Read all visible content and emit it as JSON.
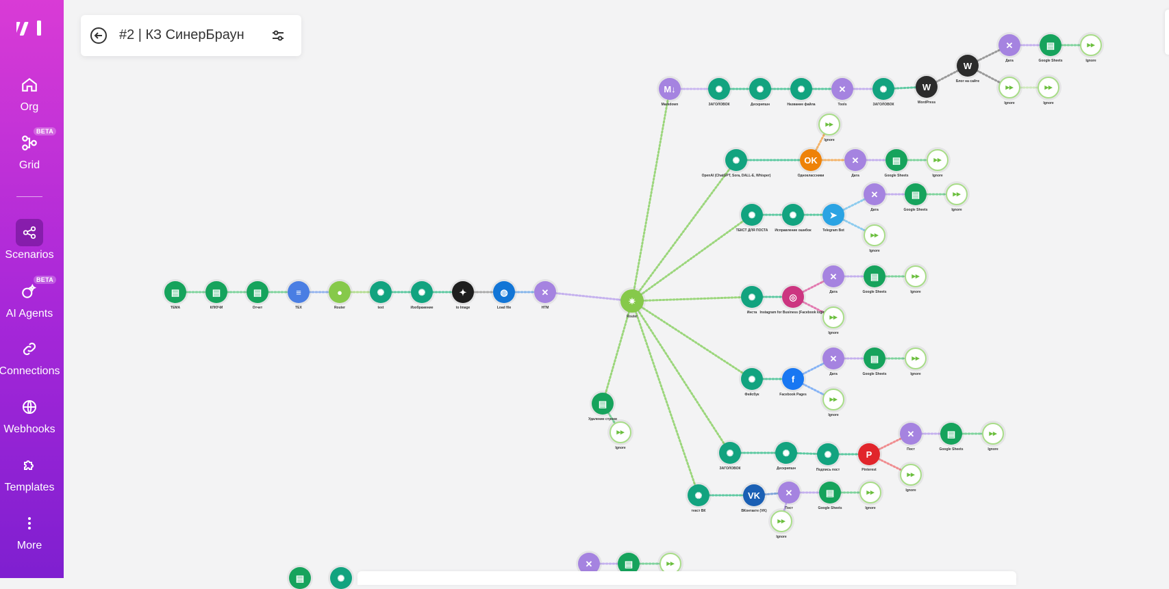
{
  "sidebar": {
    "logo": "make-logo",
    "items": [
      {
        "label": "Org",
        "icon": "home-icon",
        "active": false,
        "beta": false
      },
      {
        "label": "Grid",
        "icon": "grid-nodes-icon",
        "active": false,
        "beta": true
      },
      {
        "label": "Scenarios",
        "icon": "share-nodes-icon",
        "active": true,
        "beta": false
      },
      {
        "label": "AI Agents",
        "icon": "ai-agent-icon",
        "active": false,
        "beta": true
      },
      {
        "label": "Connections",
        "icon": "link-icon",
        "active": false,
        "beta": false
      },
      {
        "label": "Webhooks",
        "icon": "globe-icon",
        "active": false,
        "beta": false
      },
      {
        "label": "Templates",
        "icon": "puzzle-icon",
        "active": false,
        "beta": false
      },
      {
        "label": "More",
        "icon": "more-vertical-icon",
        "active": false,
        "beta": false
      }
    ],
    "beta_badge": "BETA"
  },
  "header": {
    "title": "#2 | КЗ СинерБраун"
  },
  "colors": {
    "openai": "#12a37f",
    "sheets": "#16a35c",
    "tools": "#a583e0",
    "hub": "#86c94a",
    "wordpress": "#2b2b2b",
    "telegram": "#2aa3e3",
    "instagram": "#cc3580",
    "facebook": "#1877f2",
    "pinterest": "#e1252b",
    "ignore_border": "#a8dd88"
  },
  "nodes": [
    {
      "id": "n1",
      "type": "sheets",
      "label": "TEMA"
    },
    {
      "id": "n2",
      "type": "sheets",
      "label": "КЛЮЧИ"
    },
    {
      "id": "n3",
      "type": "sheets",
      "label": "Отчет"
    },
    {
      "id": "n4",
      "type": "docs",
      "label": "ТЕХ"
    },
    {
      "id": "n5",
      "type": "router",
      "label": "Router"
    },
    {
      "id": "n6",
      "type": "openai",
      "label": "text"
    },
    {
      "id": "n7",
      "type": "openai",
      "label": "Изображение"
    },
    {
      "id": "n8",
      "type": "image",
      "label": "to Image"
    },
    {
      "id": "n9",
      "type": "http",
      "label": "Load file"
    },
    {
      "id": "n10",
      "type": "tools",
      "label": "HTM"
    },
    {
      "id": "hub",
      "type": "hub",
      "label": "Router"
    },
    {
      "id": "a1",
      "type": "markdown",
      "label": "Markdown"
    },
    {
      "id": "a2",
      "type": "openai",
      "label": "ЗАГОЛОВОК"
    },
    {
      "id": "a3",
      "type": "openai",
      "label": "Дескрипшн"
    },
    {
      "id": "a4",
      "type": "openai",
      "label": "Название файла"
    },
    {
      "id": "a5",
      "type": "tools",
      "label": "Tools"
    },
    {
      "id": "a6",
      "type": "openai",
      "label": "ЗАГОЛОВОК"
    },
    {
      "id": "a7",
      "type": "wordpress",
      "label": "WordPress"
    },
    {
      "id": "a8",
      "type": "wordpress",
      "label": "Блог на сайте"
    },
    {
      "id": "a9",
      "type": "tools",
      "label": "Дата"
    },
    {
      "id": "a10",
      "type": "sheets",
      "label": "Google Sheets"
    },
    {
      "id": "a11",
      "type": "ignore",
      "label": "Ignore"
    },
    {
      "id": "a12",
      "type": "ignore",
      "label": "Ignore"
    },
    {
      "id": "a13",
      "type": "ignore",
      "label": "Ignore"
    },
    {
      "id": "b1",
      "type": "openai",
      "label": "OpenAI (ChatGPT, Sora, DALL-E, Whisper)"
    },
    {
      "id": "b0",
      "type": "ignore",
      "label": "Ignore"
    },
    {
      "id": "b2",
      "type": "ok",
      "label": "Одноклассники"
    },
    {
      "id": "b3",
      "type": "tools",
      "label": "Дата"
    },
    {
      "id": "b4",
      "type": "sheets",
      "label": "Google Sheets"
    },
    {
      "id": "b5",
      "type": "ignore",
      "label": "Ignore"
    },
    {
      "id": "c1",
      "type": "openai",
      "label": "ТЕКСТ ДЛЯ ПОСТА"
    },
    {
      "id": "c2",
      "type": "openai",
      "label": "Исправление ошибок"
    },
    {
      "id": "c3",
      "type": "telegram",
      "label": "Telegram Bot"
    },
    {
      "id": "c4",
      "type": "tools",
      "label": "Дата"
    },
    {
      "id": "c5",
      "type": "sheets",
      "label": "Google Sheets"
    },
    {
      "id": "c6",
      "type": "ignore",
      "label": "Ignore"
    },
    {
      "id": "c7",
      "type": "ignore",
      "label": "Ignore"
    },
    {
      "id": "d1",
      "type": "openai",
      "label": "Инста"
    },
    {
      "id": "d2",
      "type": "instagram",
      "label": "Instagram for Business (Facebook login)"
    },
    {
      "id": "d3",
      "type": "tools",
      "label": "Дата"
    },
    {
      "id": "d4",
      "type": "sheets",
      "label": "Google Sheets"
    },
    {
      "id": "d5",
      "type": "ignore",
      "label": "Ignore"
    },
    {
      "id": "d6",
      "type": "ignore",
      "label": "Ignore"
    },
    {
      "id": "e1",
      "type": "openai",
      "label": "Фейсбук"
    },
    {
      "id": "e2",
      "type": "facebook",
      "label": "Facebook Pages"
    },
    {
      "id": "e3",
      "type": "tools",
      "label": "Дата"
    },
    {
      "id": "e4",
      "type": "sheets",
      "label": "Google Sheets"
    },
    {
      "id": "e5",
      "type": "ignore",
      "label": "Ignore"
    },
    {
      "id": "e6",
      "type": "ignore",
      "label": "Ignore"
    },
    {
      "id": "f1",
      "type": "openai",
      "label": "ЗАГОЛОВОК"
    },
    {
      "id": "f2",
      "type": "openai",
      "label": "Дескрипшн"
    },
    {
      "id": "f3",
      "type": "openai",
      "label": "Подпись пост"
    },
    {
      "id": "f4",
      "type": "pinterest",
      "label": "Pinterest"
    },
    {
      "id": "f5",
      "type": "tools",
      "label": "Пост"
    },
    {
      "id": "f6",
      "type": "sheets",
      "label": "Google Sheets"
    },
    {
      "id": "f7",
      "type": "ignore",
      "label": "Ignore"
    },
    {
      "id": "f8",
      "type": "ignore",
      "label": "Ignore"
    },
    {
      "id": "g1",
      "type": "openai",
      "label": "текст ВК"
    },
    {
      "id": "g2",
      "type": "vk",
      "label": "ВКонтакте (VK)"
    },
    {
      "id": "g3",
      "type": "tools",
      "label": "Пост"
    },
    {
      "id": "g4",
      "type": "sheets",
      "label": "Google Sheets"
    },
    {
      "id": "g5",
      "type": "ignore",
      "label": "Ignore"
    },
    {
      "id": "g6",
      "type": "ignore",
      "label": "Ignore"
    },
    {
      "id": "h1",
      "type": "sheets",
      "label": "Удаление строки"
    },
    {
      "id": "h2",
      "type": "ignore",
      "label": "Ignore"
    },
    {
      "id": "z1",
      "type": "tools",
      "label": ""
    },
    {
      "id": "z2",
      "type": "sheets",
      "label": ""
    },
    {
      "id": "z3",
      "type": "ignore",
      "label": ""
    },
    {
      "id": "z4",
      "type": "sheets",
      "label": ""
    },
    {
      "id": "z5",
      "type": "openai",
      "label": ""
    }
  ],
  "edges": [
    [
      "n1",
      "n2"
    ],
    [
      "n2",
      "n3"
    ],
    [
      "n3",
      "n4"
    ],
    [
      "n4",
      "n5"
    ],
    [
      "n5",
      "n6"
    ],
    [
      "n6",
      "n7"
    ],
    [
      "n7",
      "n8"
    ],
    [
      "n8",
      "n9"
    ],
    [
      "n9",
      "n10"
    ],
    [
      "n10",
      "hub"
    ],
    [
      "hub",
      "a1"
    ],
    [
      "a1",
      "a2"
    ],
    [
      "a2",
      "a3"
    ],
    [
      "a3",
      "a4"
    ],
    [
      "a4",
      "a5"
    ],
    [
      "a5",
      "a6"
    ],
    [
      "a6",
      "a7"
    ],
    [
      "a7",
      "a8"
    ],
    [
      "a8",
      "a9"
    ],
    [
      "a9",
      "a10"
    ],
    [
      "a10",
      "a11"
    ],
    [
      "a8",
      "a12"
    ],
    [
      "a12",
      "a13"
    ],
    [
      "hub",
      "b1"
    ],
    [
      "b1",
      "b2"
    ],
    [
      "b2",
      "b0"
    ],
    [
      "b2",
      "b3"
    ],
    [
      "b3",
      "b4"
    ],
    [
      "b4",
      "b5"
    ],
    [
      "hub",
      "c1"
    ],
    [
      "c1",
      "c2"
    ],
    [
      "c2",
      "c3"
    ],
    [
      "c3",
      "c4"
    ],
    [
      "c4",
      "c5"
    ],
    [
      "c5",
      "c6"
    ],
    [
      "c3",
      "c7"
    ],
    [
      "hub",
      "d1"
    ],
    [
      "d1",
      "d2"
    ],
    [
      "d2",
      "d3"
    ],
    [
      "d3",
      "d4"
    ],
    [
      "d4",
      "d5"
    ],
    [
      "d2",
      "d6"
    ],
    [
      "hub",
      "e1"
    ],
    [
      "e1",
      "e2"
    ],
    [
      "e2",
      "e3"
    ],
    [
      "e3",
      "e4"
    ],
    [
      "e4",
      "e5"
    ],
    [
      "e2",
      "e6"
    ],
    [
      "hub",
      "f1"
    ],
    [
      "f1",
      "f2"
    ],
    [
      "f2",
      "f3"
    ],
    [
      "f3",
      "f4"
    ],
    [
      "f4",
      "f5"
    ],
    [
      "f5",
      "f6"
    ],
    [
      "f6",
      "f7"
    ],
    [
      "f4",
      "f8"
    ],
    [
      "hub",
      "g1"
    ],
    [
      "g1",
      "g2"
    ],
    [
      "g2",
      "g3"
    ],
    [
      "g3",
      "g4"
    ],
    [
      "g4",
      "g5"
    ],
    [
      "g3",
      "g6"
    ],
    [
      "hub",
      "h1"
    ],
    [
      "h1",
      "h2"
    ],
    [
      "z1",
      "z2"
    ],
    [
      "z2",
      "z3"
    ]
  ]
}
